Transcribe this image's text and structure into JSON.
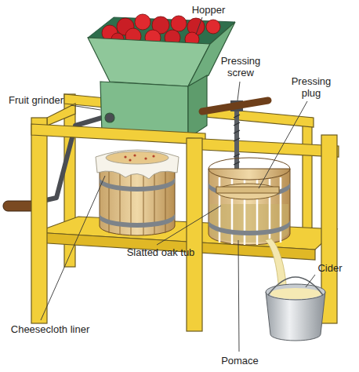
{
  "diagram": {
    "labels": [
      "Hopper",
      "Pressing screw",
      "Pressing plug",
      "Fruit grinder",
      "Cider",
      "Slatted oak tub",
      "Cheesecloth liner",
      "Pomace"
    ]
  }
}
